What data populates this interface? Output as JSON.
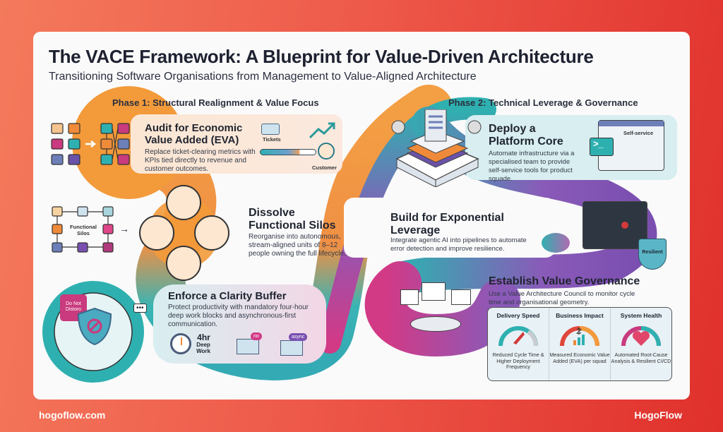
{
  "title": "The VACE Framework: A Blueprint for Value-Driven Architecture",
  "subtitle": "Transitioning Software Organisations from Management to Value-Aligned Architecture",
  "phase1": {
    "heading": "Phase 1: Structural Realignment & Value Focus",
    "audit": {
      "title": "Audit for Economic Value Added (EVA)",
      "desc": "Replace ticket-clearing metrics with KPIs tied directly to revenue and customer outcomes.",
      "tickets_label": "Tickets",
      "customer_label": "Customer"
    },
    "dissolve": {
      "title": "Dissolve Functional Silos",
      "desc": "Reorganise into autonomous, stream-aligned units of 8–12 people owning the full lifecycle.",
      "silos_label": "Functional Silos"
    },
    "clarity": {
      "title": "Enforce a Clarity Buffer",
      "desc": "Protect productivity with mandatory four-hour deep work blocks and asynchronous-first communication.",
      "door_sign": "Do Not Distoro",
      "clock_value": "4hr",
      "clock_label": "Deep Work",
      "badge_no": "no",
      "badge_async": "async"
    }
  },
  "phase2": {
    "heading": "Phase 2: Technical Leverage & Governance",
    "platform": {
      "title": "Deploy a Platform Core",
      "desc": "Automate infrastructure via a specialised team to provide self-service tools for product squade.",
      "window_label": "Self-service"
    },
    "leverage": {
      "title": "Build for Exponential Leverage",
      "desc": "Integrate agentic AI into pipelines to automate error detection and improve resilience.",
      "shield_label": "Resilient"
    },
    "governance": {
      "title": "Establish Value Governance",
      "desc": "Use a Value Architecture Council to monitor cycle time and organisational geometry.",
      "metrics": [
        {
          "title": "Delivery Speed",
          "desc": "Reduced Cycle Time & Higher Deployment Frequency",
          "icon": "rocket-icon"
        },
        {
          "title": "Business Impact",
          "desc": "Measured Economic Value Added (EVA) per squad",
          "icon": "revenue-chart-icon"
        },
        {
          "title": "System Health",
          "desc": "Automated Root-Cause Analysis & Resilient CI/CD",
          "icon": "heart-pulse-icon"
        }
      ]
    }
  },
  "footer": {
    "url": "hogoflow.com",
    "brand": "HogoFlow"
  },
  "colors": {
    "orange": "#f39a3a",
    "teal": "#2fb0b0",
    "purple": "#7a4fb0",
    "magenta": "#d23a86",
    "red": "#e0302c"
  }
}
